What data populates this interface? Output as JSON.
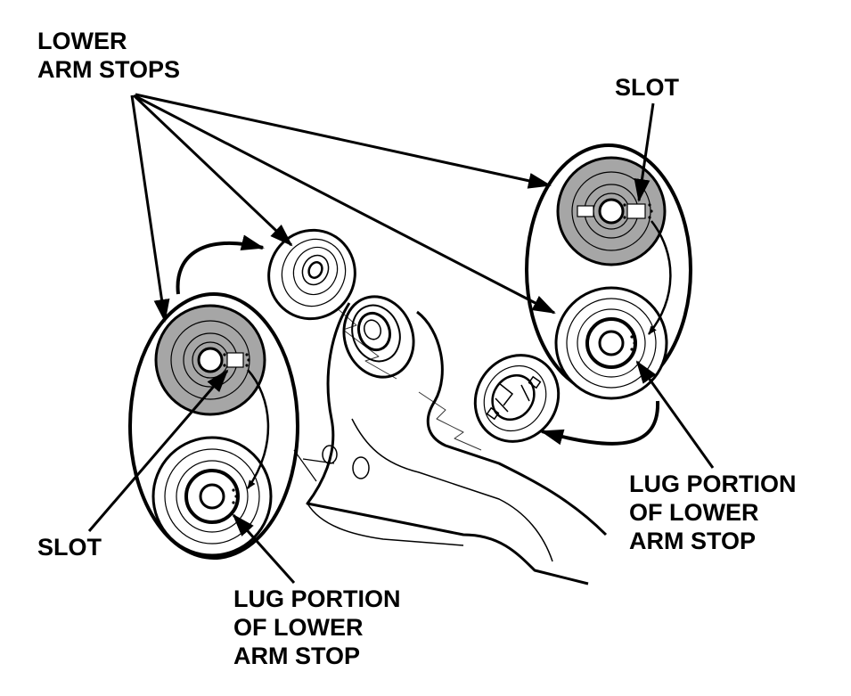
{
  "labels": {
    "lower_arm_stops": [
      "LOWER",
      "ARM STOPS"
    ],
    "slot_top": "SLOT",
    "slot_bottom": "SLOT",
    "lug_right": [
      "LUG PORTION",
      "OF LOWER",
      "ARM STOP"
    ],
    "lug_bottom": [
      "LUG PORTION",
      "OF LOWER",
      "ARM STOP"
    ]
  },
  "colors": {
    "ink": "#000000",
    "stop_shade": "#a6a6a6",
    "paper": "#ffffff"
  }
}
